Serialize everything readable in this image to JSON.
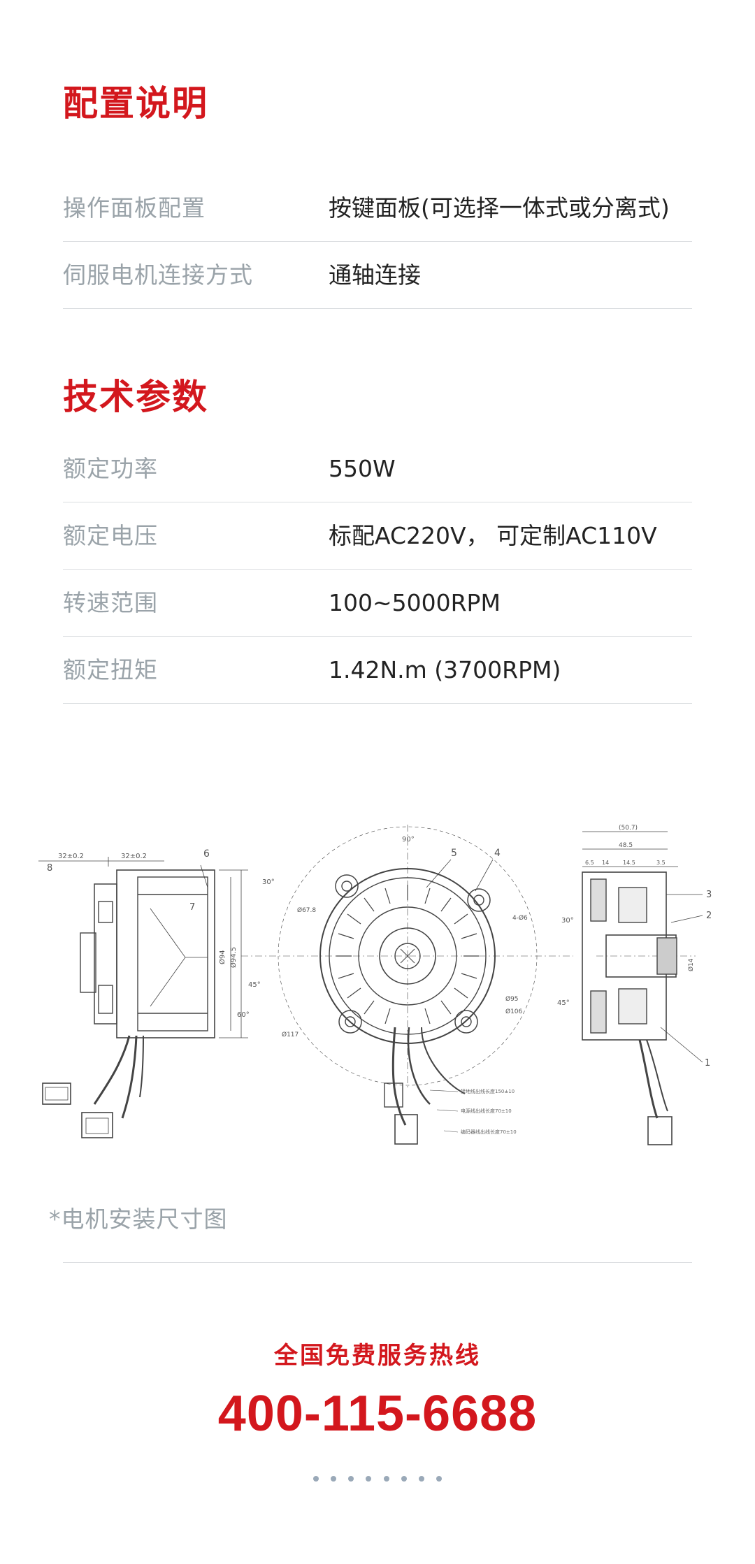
{
  "config": {
    "title": "配置说明",
    "rows": [
      {
        "label": "操作面板配置",
        "value": "按键面板(可选择一体式或分离式)"
      },
      {
        "label": "伺服电机连接方式",
        "value": "通轴连接"
      }
    ]
  },
  "tech": {
    "title": "技术参数",
    "rows": [
      {
        "label": "额定功率",
        "value": "550W"
      },
      {
        "label": "额定电压",
        "value": "标配AC220V， 可定制AC110V"
      },
      {
        "label": "转速范围",
        "value": "100~5000RPM"
      },
      {
        "label": "额定扭矩",
        "value": "1.42N.m (3700RPM)"
      }
    ]
  },
  "diagram": {
    "side_dims": [
      "32±0.2",
      "32±0.2"
    ],
    "side_callouts": [
      "8",
      "6",
      "7"
    ],
    "side_vertical_dims": [
      "Ø94",
      "Ø94.5"
    ],
    "front_angles": [
      "90°",
      "30°",
      "45°",
      "60°",
      "45°",
      "30°"
    ],
    "front_callouts": [
      "5",
      "4"
    ],
    "front_dims": [
      "Ø67.8",
      "Ø117",
      "Ø95",
      "Ø106",
      "4-Ø6"
    ],
    "front_notes": [
      "接地线出线长度150±10",
      "电源线出线长度70±10",
      "编码器线出线长度70±10"
    ],
    "right_dims": [
      "(50.7)",
      "48.5",
      "6.5",
      "14",
      "14.5",
      "3.5"
    ],
    "right_callouts": [
      "3",
      "2",
      "1"
    ],
    "right_vertical_dims": [
      "Ø14"
    ],
    "caption": "*电机安装尺寸图"
  },
  "hotline": {
    "title": "全国免费服务热线",
    "number": "400-115-6688"
  },
  "pager": {
    "count": 8
  }
}
